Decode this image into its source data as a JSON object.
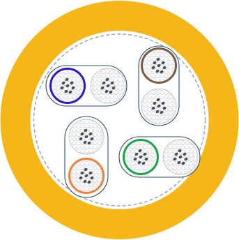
{
  "colors": {
    "background": "#ffffff",
    "outer_jacket": "#F5B61A",
    "inner_core": "#ffffff",
    "separator_dash": "#9AA0A8",
    "unit_outline": "#2E4A6B",
    "fiber_fill": "#ffffff",
    "strand_texture": "#C5C9CE",
    "strand_core": "#4A4E55"
  },
  "units": [
    {
      "name": "unit-top-left",
      "fibers": [
        {
          "ring": "#2A17C8"
        },
        {
          "ring": null
        }
      ]
    },
    {
      "name": "unit-top-right",
      "fibers": [
        {
          "ring": "#7A5A43"
        },
        {
          "ring": null
        }
      ]
    },
    {
      "name": "unit-bottom-left",
      "fibers": [
        {
          "ring": null
        },
        {
          "ring": "#E8843A"
        }
      ]
    },
    {
      "name": "unit-bottom-right",
      "fibers": [
        {
          "ring": "#1FA34A"
        },
        {
          "ring": null
        }
      ]
    }
  ]
}
